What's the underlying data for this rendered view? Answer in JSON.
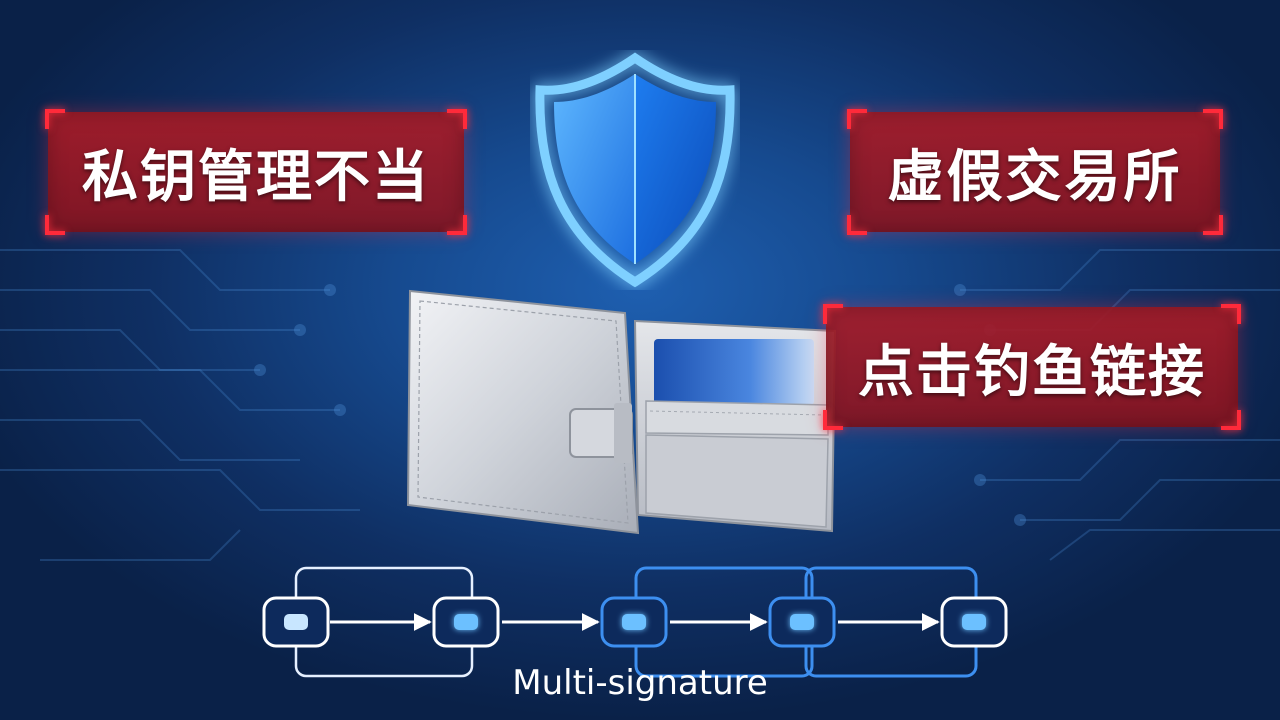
{
  "labels": {
    "left": "私钥管理不当",
    "right": "虚假交易所",
    "middle": "点击钓鱼链接"
  },
  "flow": {
    "caption": "Multi-signature",
    "node_count": 5
  },
  "colors": {
    "background": "#164a8f",
    "label_fill": "#aa1c28",
    "label_corner": "#ff2a3a",
    "shield": "#2a8cff",
    "node_fill": "#6cc0ff"
  }
}
